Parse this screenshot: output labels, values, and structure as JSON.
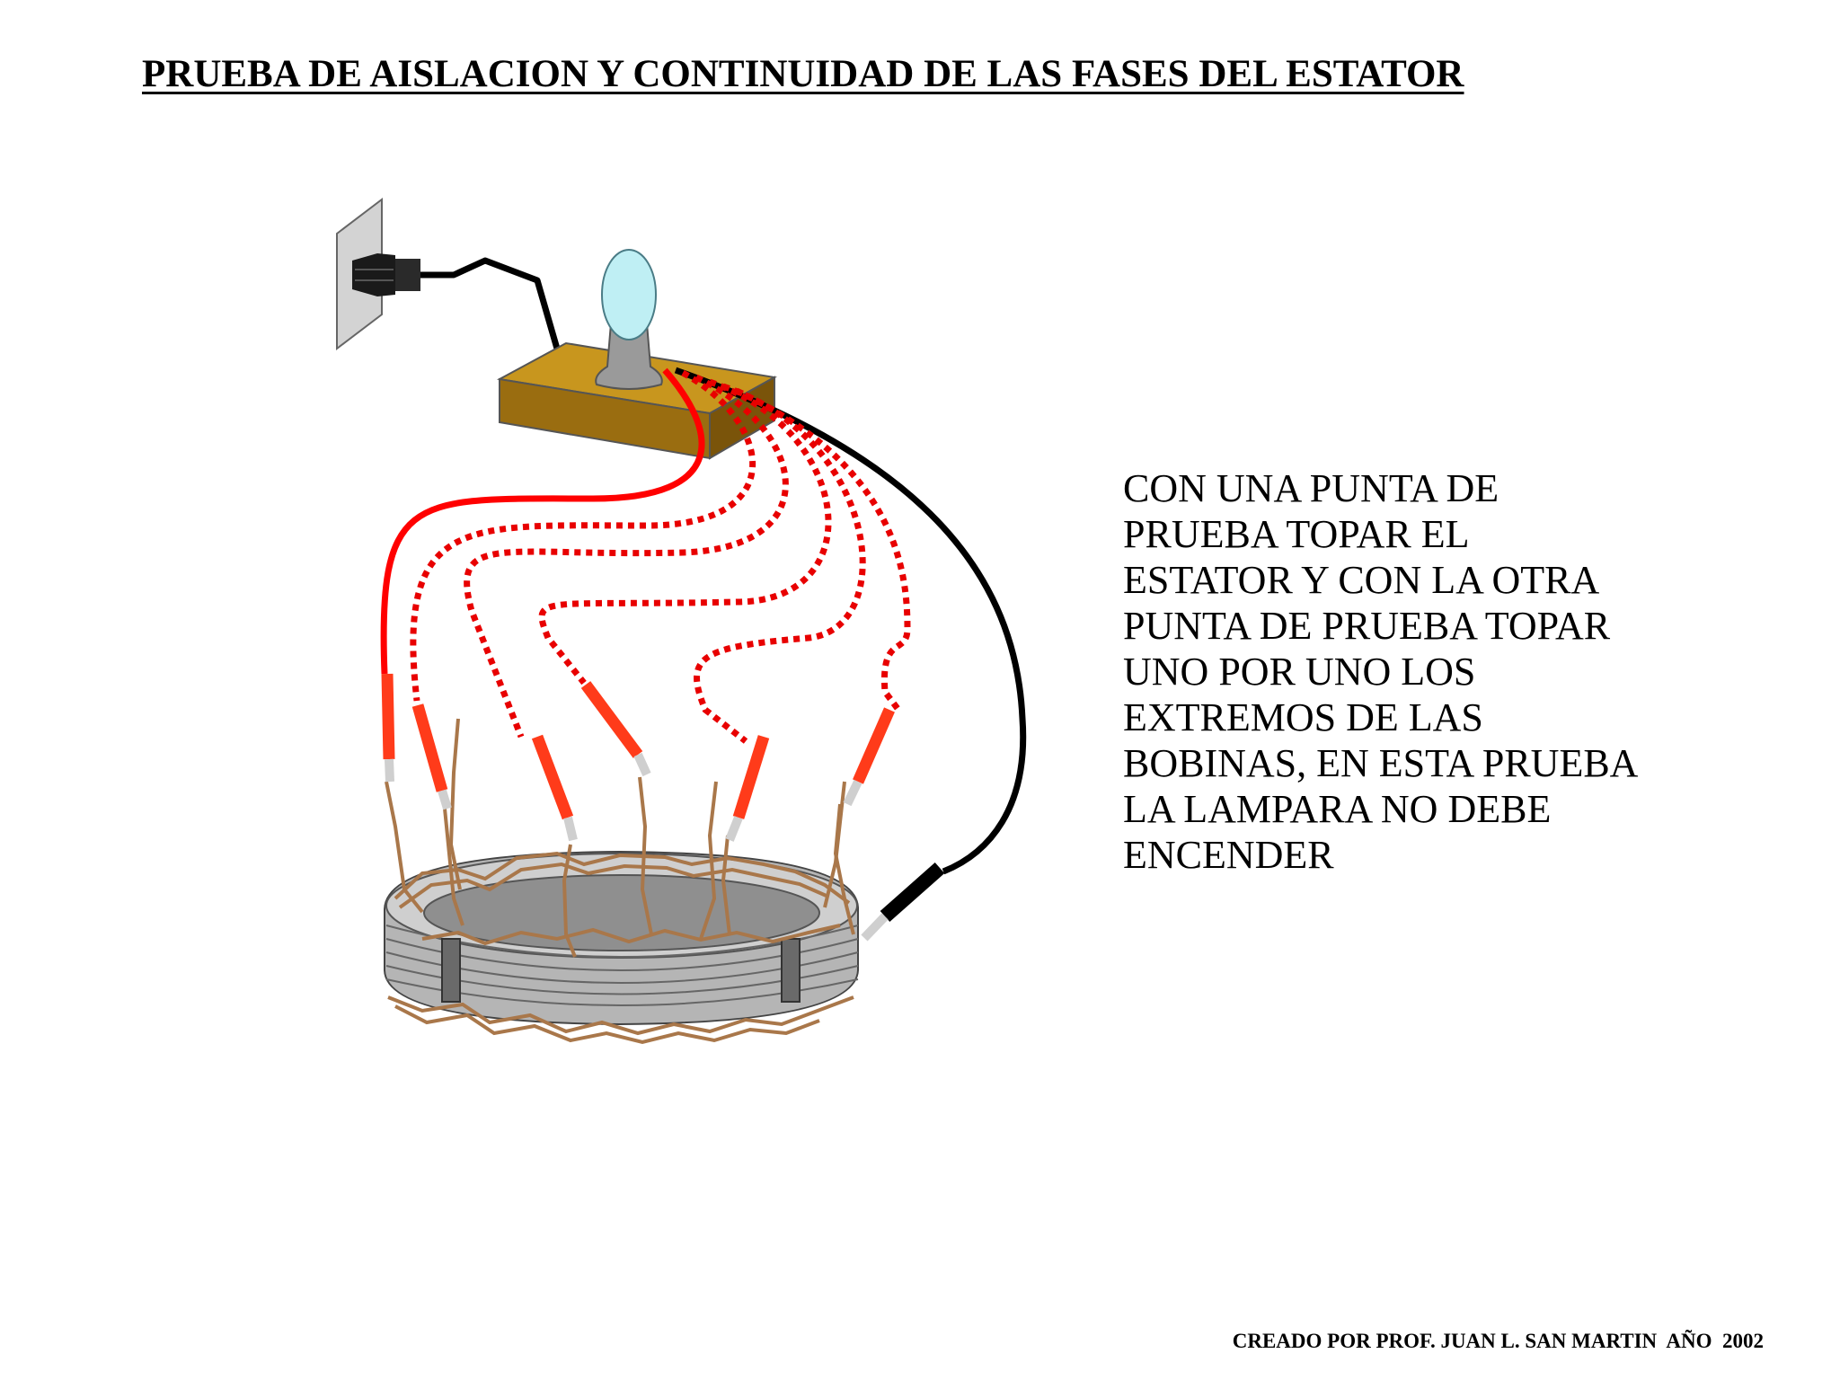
{
  "title": "PRUEBA DE AISLACION Y CONTINUIDAD DE LAS FASES DEL ESTATOR",
  "instructions": {
    "lines": [
      "CON UNA PUNTA DE",
      "PRUEBA TOPAR EL",
      "ESTATOR Y CON LA OTRA",
      "PUNTA DE PRUEBA TOPAR",
      "UNO POR UNO LOS",
      "EXTREMOS DE LAS",
      "BOBINAS, EN ESTA PRUEBA",
      "LA LAMPARA NO DEBE",
      "ENCENDER"
    ]
  },
  "credit": "CREADO POR PROF. JUAN L. SAN MARTIN  AÑO  2002",
  "colors": {
    "probe_red": "#ff0000",
    "wire_black": "#000000",
    "board": "#c8961e",
    "stator_gray": "#a8a8a8",
    "copper": "#a9774a",
    "bulb": "#bfeff4"
  },
  "icons": {
    "wall_outlet": "wall-outlet-icon",
    "plug": "plug-icon",
    "lamp": "light-bulb-icon",
    "stator": "stator-icon"
  }
}
